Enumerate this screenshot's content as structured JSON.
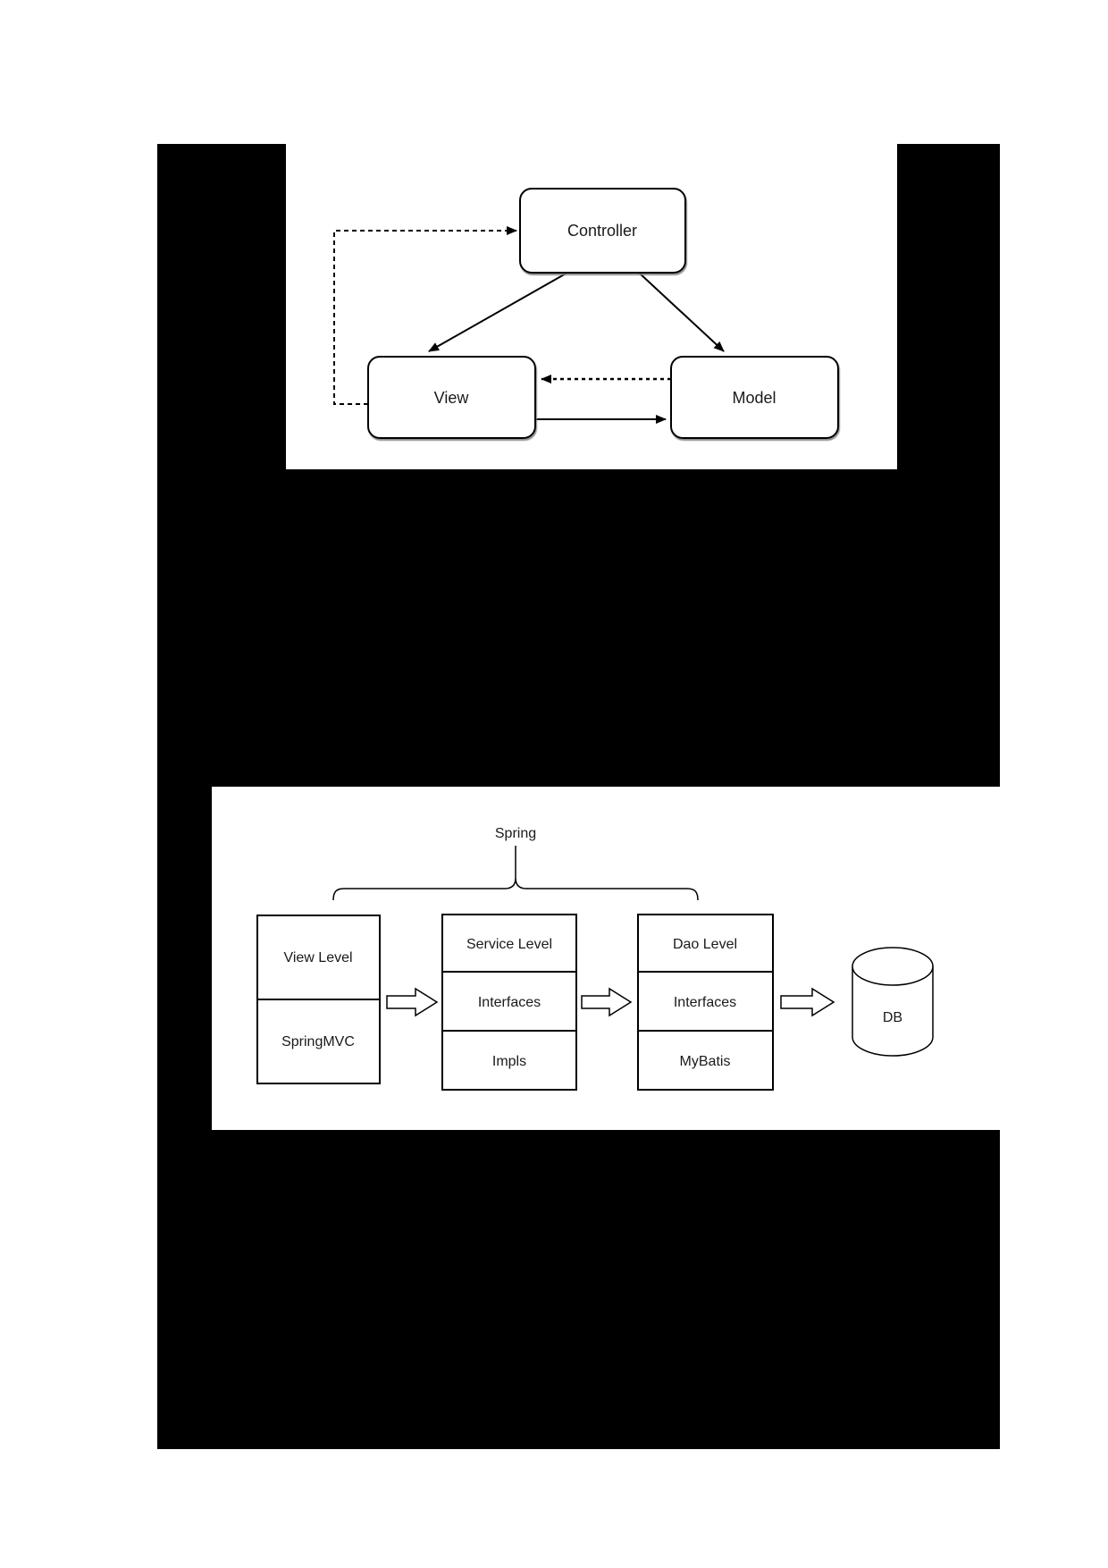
{
  "colors": {
    "page_background": "#ffffff",
    "document_page": "#000000",
    "panel_background": "#ffffff",
    "diagram_stroke": "#000000",
    "label_text": "#1a1a1a",
    "shadow": "#808080"
  },
  "mvc": {
    "nodes": {
      "controller": {
        "label": "Controller"
      },
      "view": {
        "label": "View"
      },
      "model": {
        "label": "Model"
      }
    }
  },
  "spring": {
    "brace_label": "Spring",
    "columns": [
      {
        "cells": [
          "View Level",
          "SpringMVC"
        ]
      },
      {
        "cells": [
          "Service Level",
          "Interfaces",
          "Impls"
        ]
      },
      {
        "cells": [
          "Dao Level",
          "Interfaces",
          "MyBatis"
        ]
      }
    ],
    "database_label": "DB"
  }
}
